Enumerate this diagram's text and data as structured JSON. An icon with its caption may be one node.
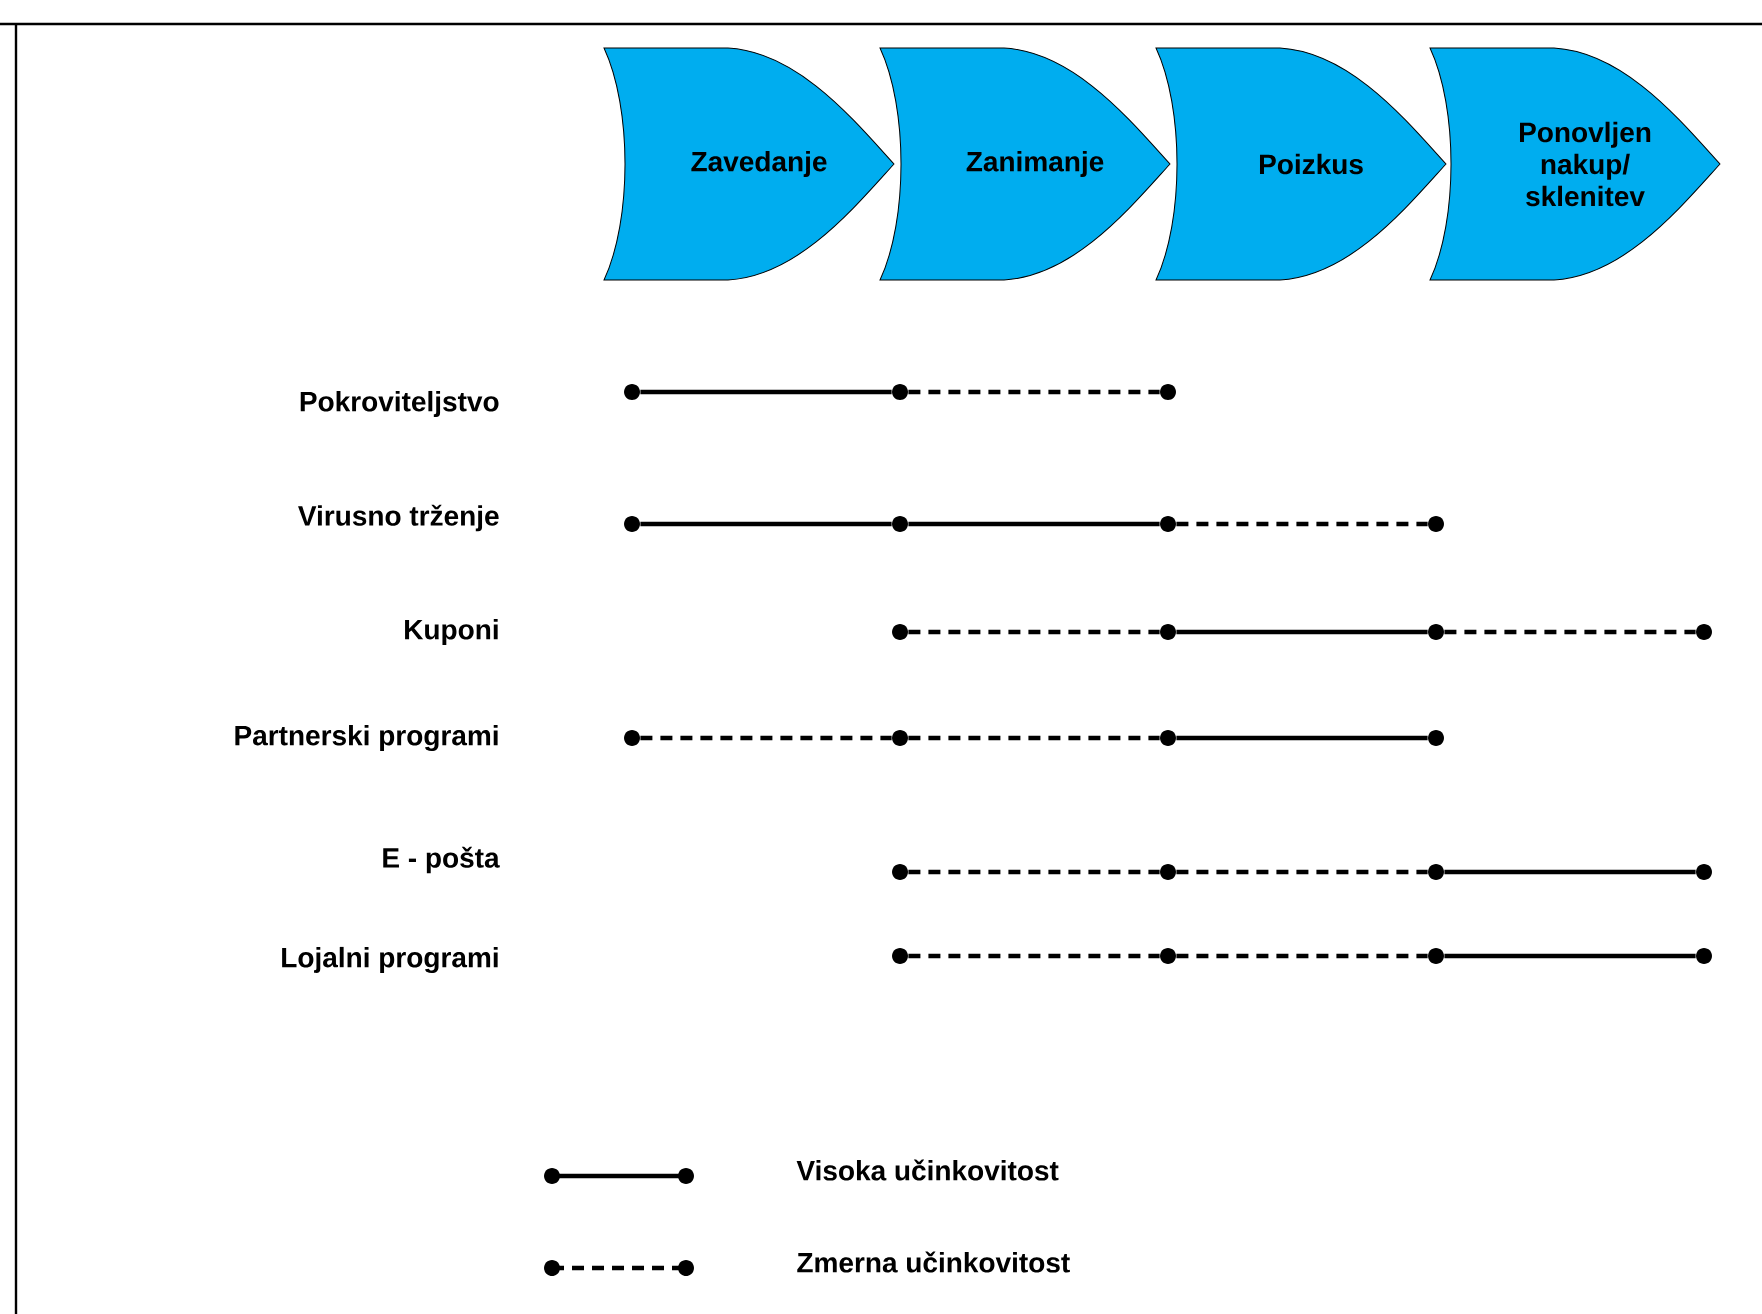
{
  "diagram": {
    "nodes": [
      {
        "text": [
          "Zavedanje"
        ]
      },
      {
        "text": [
          "Zanimanje"
        ]
      },
      {
        "text": [
          "Poizkus"
        ]
      },
      {
        "text": [
          "Ponovljen nakup/ sklenitev"
        ]
      },
      {
        "text": [],
        "shape": "circle"
      },
      {
        "text": [],
        "shape": "circle"
      },
      {
        "text": [],
        "shape": "circle"
      },
      {
        "text": [],
        "shape": "circle"
      },
      {
        "text": [],
        "shape": "circle"
      },
      {
        "text": [],
        "shape": "circle"
      },
      {
        "text": [],
        "shape": "circle"
      },
      {
        "text": [],
        "shape": "circle"
      },
      {
        "text": [],
        "shape": "circle"
      },
      {
        "text": [],
        "shape": "circle"
      },
      {
        "text": [],
        "shape": "circle"
      },
      {
        "text": [],
        "shape": "circle"
      },
      {
        "text": [],
        "shape": "circle"
      },
      {
        "text": [],
        "shape": "circle"
      },
      {
        "text": [],
        "shape": "circle"
      },
      {
        "text": [],
        "shape": "circle"
      },
      {
        "text": [],
        "shape": "circle"
      },
      {
        "text": [],
        "shape": "circle"
      },
      {
        "text": [],
        "shape": "circle"
      },
      {
        "text": [],
        "shape": "circle"
      },
      {
        "text": [],
        "shape": "circle"
      },
      {
        "text": [],
        "shape": "circle"
      },
      {
        "text": [],
        "shape": "circle"
      }
    ],
    "edges": [
      {
        "from": 4,
        "to": 5,
        "arrow": "none"
      },
      {
        "from": 5,
        "to": 6,
        "arrow": "none",
        "style": "dashed"
      },
      {
        "from": 7,
        "to": 8,
        "arrow": "none"
      },
      {
        "from": 8,
        "to": 9,
        "arrow": "none"
      },
      {
        "from": 9,
        "to": 10,
        "arrow": "none",
        "style": "dashed"
      },
      {
        "from": 11,
        "to": 12,
        "arrow": "none",
        "style": "dashed"
      },
      {
        "from": 12,
        "to": 13,
        "arrow": "none"
      },
      {
        "from": 13,
        "to": 14,
        "arrow": "none",
        "style": "dashed"
      },
      {
        "from": 15,
        "to": 16,
        "arrow": "none",
        "style": "dashed"
      },
      {
        "from": 16,
        "to": 17,
        "arrow": "none",
        "style": "dashed"
      },
      {
        "from": 17,
        "to": 18,
        "arrow": "none"
      },
      {
        "from": 19,
        "to": 20,
        "arrow": "none",
        "style": "dashed"
      },
      {
        "from": 20,
        "to": 21,
        "arrow": "none",
        "style": "dashed"
      },
      {
        "from": 21,
        "to": 22,
        "arrow": "none"
      },
      {
        "from": 23,
        "to": 24,
        "arrow": "none",
        "style": "dashed"
      },
      {
        "from": 24,
        "to": 25,
        "arrow": "none",
        "style": "dashed"
      },
      {
        "from": 25,
        "to": 26,
        "arrow": "none"
      }
    ],
    "labels": [
      "Pokroviteljstvo",
      "Virusno trženje",
      "Kuponi",
      "Partnerski programi",
      "E - pošta",
      "Lojalni programi"
    ],
    "legend": [
      {
        "text": "Visoka učinkovitost"
      },
      {
        "text": "Zmerna učinkovitost"
      }
    ]
  }
}
